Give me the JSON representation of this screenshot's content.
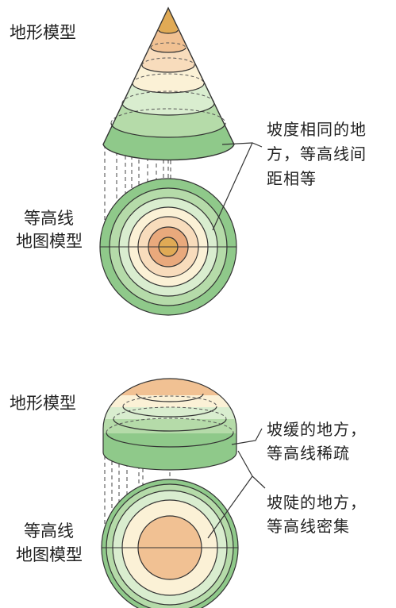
{
  "panel_cone": {
    "model_label": "地形模型",
    "contour_label_line1": "等高线",
    "contour_label_line2": "地图模型",
    "note_line1": "坡度相同的地",
    "note_line2": "方，等高线间",
    "note_line3": "距相等"
  },
  "panel_dome": {
    "model_label": "地形模型",
    "contour_label_line1": "等高线",
    "contour_label_line2": "地图模型",
    "gentle_line1": "坡缓的地方，",
    "gentle_line2": "等高线稀疏",
    "steep_line1": "坡陡的地方，",
    "steep_line2": "等高线密集"
  },
  "colors": {
    "green_dark": "#8fc98a",
    "green_mid": "#b5dba9",
    "green_light": "#d9edcf",
    "cream": "#fbf1d6",
    "peach_light": "#f8dcbc",
    "peach": "#f1c193",
    "orange": "#e9a97c",
    "gold": "#e0aa55",
    "outline": "#333333"
  }
}
